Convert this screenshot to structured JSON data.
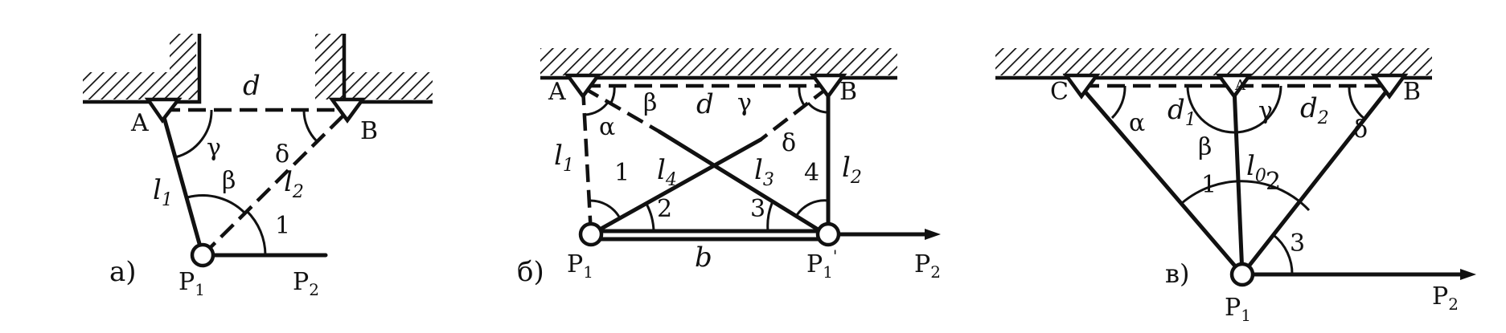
{
  "diagrams": [
    {
      "caption": "а)",
      "points": {
        "A": "A",
        "B": "B",
        "P1": "P",
        "P1_sub": "1",
        "P2": "P",
        "P2_sub": "2"
      },
      "distance": "d",
      "lengths": [
        {
          "base": "l",
          "sub": "1"
        },
        {
          "base": "l",
          "sub": "2"
        }
      ],
      "angles": [
        "γ",
        "δ",
        "β"
      ],
      "numbers": [
        "1"
      ]
    },
    {
      "caption": "б)",
      "points": {
        "A": "A",
        "B": "B",
        "P1": "P",
        "P1_sub": "1",
        "P1p": "P",
        "P1p_sub": "1",
        "P1p_prime": "'",
        "P2": "P",
        "P2_sub": "2"
      },
      "distance": "d",
      "base": "b",
      "lengths": [
        {
          "base": "l",
          "sub": "1"
        },
        {
          "base": "l",
          "sub": "4"
        },
        {
          "base": "l",
          "sub": "3"
        },
        {
          "base": "l",
          "sub": "2"
        }
      ],
      "angles": [
        "α",
        "β",
        "γ",
        "δ"
      ],
      "numbers": [
        "1",
        "2",
        "3",
        "4"
      ]
    },
    {
      "caption": "в)",
      "points": {
        "C": "C",
        "A": "A",
        "B": "B",
        "P1": "P",
        "P1_sub": "1",
        "P2": "P",
        "P2_sub": "2"
      },
      "distances": [
        {
          "base": "d",
          "sub": "1"
        },
        {
          "base": "d",
          "sub": "2"
        }
      ],
      "lengths": [
        {
          "base": "l",
          "sub": "0"
        }
      ],
      "angles": [
        "α",
        "β",
        "γ",
        "δ"
      ],
      "numbers": [
        "1",
        "2",
        "3"
      ]
    }
  ]
}
